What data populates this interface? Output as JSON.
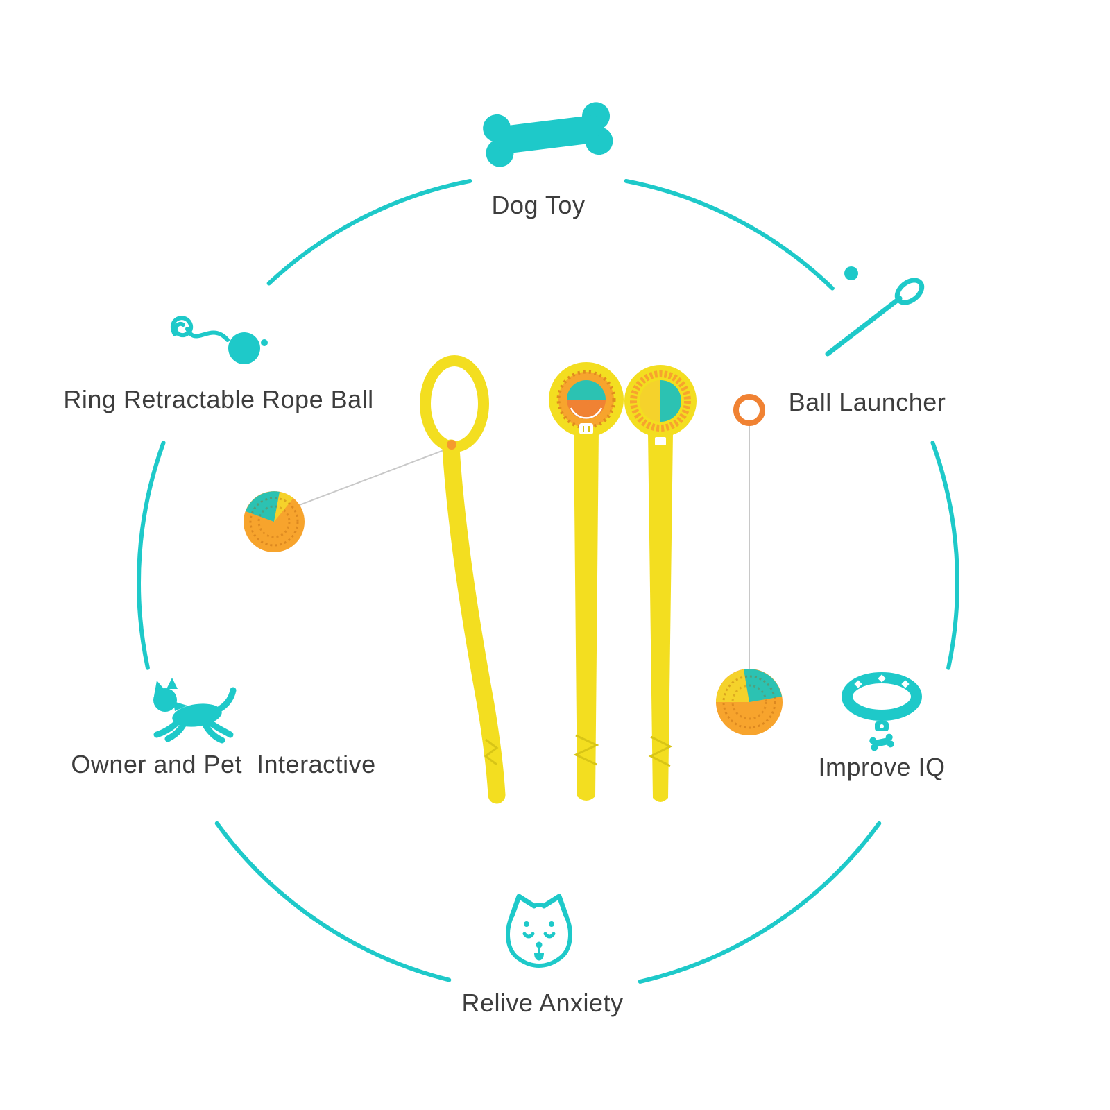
{
  "diagram_title": "Dog Toy Ball Launcher feature diagram",
  "theme": {
    "accent_teal": "#1ec9c9",
    "text_color": "#3d3d3d",
    "product_yellow": "#f3de20",
    "ball_orange": "#f7a42d",
    "ball_teal": "#2cc2b2",
    "ball_yellow": "#f5d22b",
    "ring_orange": "#f08233"
  },
  "features": [
    {
      "label": "Dog Toy",
      "icon": "bone-icon",
      "position": "top"
    },
    {
      "label": "Ring Retractable Rope Ball",
      "icon": "rope-ball-icon",
      "position": "upper-left"
    },
    {
      "label": "Ball Launcher",
      "icon": "launcher-stick-icon",
      "position": "upper-right"
    },
    {
      "label": "Owner and Pet  Interactive",
      "icon": "running-dog-icon",
      "position": "lower-left"
    },
    {
      "label": "Improve IQ",
      "icon": "collar-icon",
      "position": "lower-right"
    },
    {
      "label": "Relive Anxiety",
      "icon": "shiba-face-icon",
      "position": "bottom"
    }
  ],
  "product": {
    "name": "Yellow dog ball launcher (three views) with rope balls and pull ring"
  }
}
